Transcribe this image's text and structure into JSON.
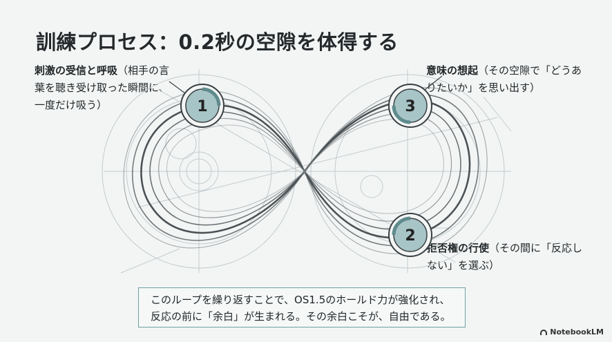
{
  "title": "訓練プロセス：0.2秒の空隙を体得する",
  "steps": [
    {
      "number": "1",
      "heading": "刺激の受信と呼吸",
      "detail": "（相手の言葉を聴き受け取った瞬間に、一度だけ吸う）"
    },
    {
      "number": "3",
      "heading": "意味の想起",
      "detail": "（その空隙で「どうありたいか」を思い出す）"
    },
    {
      "number": "2",
      "heading": "拒否権の行使",
      "detail": "（その間に「反応しない」を選ぶ）"
    }
  ],
  "summary": {
    "line1": "このループを繰り返すことで、OS1.5のホールド力が強化され、",
    "line2": "反応の前に「余白」が生まれる。その余白こそが、自由である。"
  },
  "brand": "NotebookLM",
  "colors": {
    "accent": "#6f9ea0",
    "node_fill": "#a7c4c6",
    "line": "#3a3f42",
    "sketch": "#b9c1c3"
  }
}
